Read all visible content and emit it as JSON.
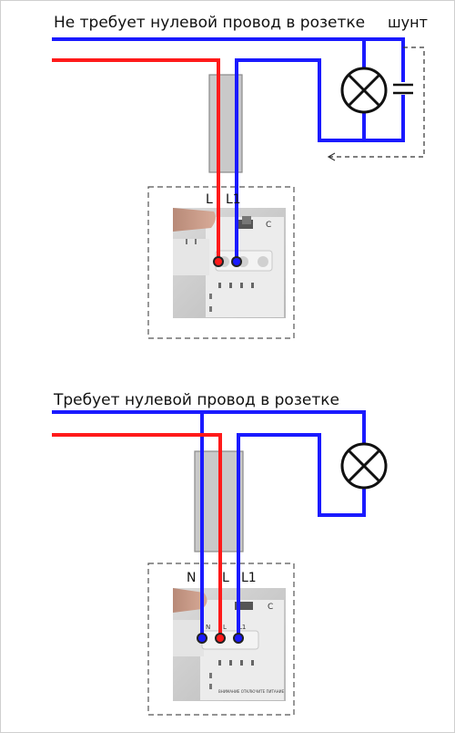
{
  "top": {
    "title": "Не требует нулевой провод в розетке",
    "shunt_label": "шунт",
    "terminal_labels": [
      "L",
      "L1"
    ]
  },
  "bottom": {
    "title": "Требует нулевой провод в розетке",
    "terminal_labels": [
      "N",
      "L",
      "L1"
    ],
    "module_small_text": "ВНИМАНИЕ  ОТКЛЮЧИТЕ ПИТАНИЕ"
  },
  "colors": {
    "neutral_wire": "#1a1aff",
    "phase_wire": "#ff1a1a",
    "switch_body": "#c9c9c9",
    "dashed_box": "#555555"
  },
  "icons": {
    "lamp": "lamp-cross-circle-icon",
    "capacitor": "capacitor-icon",
    "arrow": "arrow-left-icon"
  }
}
